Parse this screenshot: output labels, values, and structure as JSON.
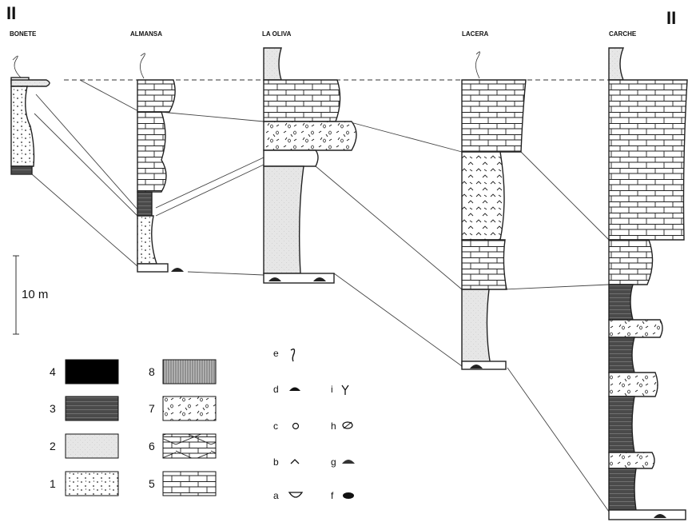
{
  "corner_marks": {
    "left": "II",
    "right": "II"
  },
  "sections": [
    {
      "id": "bonete",
      "name": "BONETE"
    },
    {
      "id": "almansa",
      "name": "ALMANSA"
    },
    {
      "id": "la-oliva",
      "name": "LA OLIVA"
    },
    {
      "id": "lacera",
      "name": "LACERA"
    },
    {
      "id": "carche",
      "name": "CARCHE"
    }
  ],
  "scale_bar": {
    "label": "10 m"
  },
  "lithology_legend": [
    {
      "num": "4",
      "pattern": "black"
    },
    {
      "num": "3",
      "pattern": "dark-laminated"
    },
    {
      "num": "2",
      "pattern": "light-stipple"
    },
    {
      "num": "1",
      "pattern": "dots"
    },
    {
      "num": "8",
      "pattern": "vertical-lines"
    },
    {
      "num": "7",
      "pattern": "ooid-fragments"
    },
    {
      "num": "6",
      "pattern": "brick-crossed"
    },
    {
      "num": "5",
      "pattern": "brick"
    }
  ],
  "symbol_legend": [
    {
      "letter": "e",
      "symbol": "curl"
    },
    {
      "letter": "d",
      "symbol": "dome"
    },
    {
      "letter": "c",
      "symbol": "circle"
    },
    {
      "letter": "b",
      "symbol": "caret"
    },
    {
      "letter": "a",
      "symbol": "half-oval"
    },
    {
      "letter": "i",
      "symbol": "y-shape"
    },
    {
      "letter": "h",
      "symbol": "oval-slash"
    },
    {
      "letter": "g",
      "symbol": "dome-filled"
    },
    {
      "letter": "f",
      "symbol": "filled-oval"
    }
  ]
}
